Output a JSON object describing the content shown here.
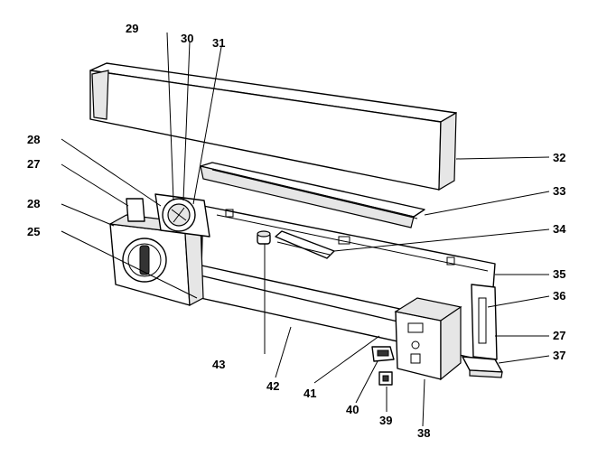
{
  "callouts": {
    "c25": "25",
    "c27a": "27",
    "c27b": "27",
    "c28a": "28",
    "c28b": "28",
    "c29": "29",
    "c30": "30",
    "c31": "31",
    "c32": "32",
    "c33": "33",
    "c34": "34",
    "c35": "35",
    "c36": "36",
    "c37": "37",
    "c38": "38",
    "c39": "39",
    "c40": "40",
    "c41": "41",
    "c42": "42",
    "c43": "43"
  },
  "colors": {
    "line": "#000000",
    "paper": "#ffffff",
    "shade": "#e6e6e6"
  }
}
